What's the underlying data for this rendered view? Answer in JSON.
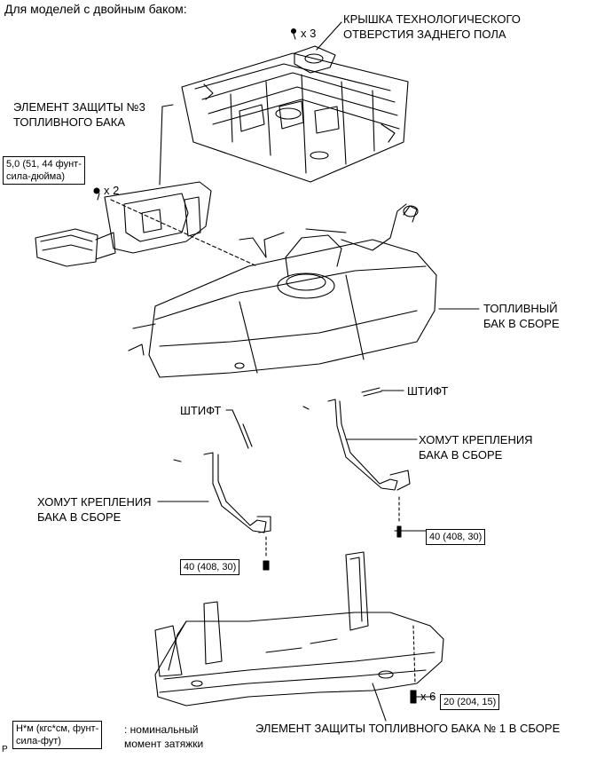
{
  "header": "Для моделей с двойным баком:",
  "labels": {
    "hatch_cover": [
      "КРЫШКА ТЕХНОЛОГИЧЕСКОГО",
      "ОТВЕРСТИЯ ЗАДНЕГО ПОЛА"
    ],
    "protector3": [
      "ЭЛЕМЕНТ ЗАЩИТЫ №3",
      "ТОПЛИВНОГО БАКА"
    ],
    "fuel_tank": [
      "ТОПЛИВНЫЙ",
      "БАК В СБОРЕ"
    ],
    "pin_right": "ШТИФТ",
    "pin_left": "ШТИФТ",
    "band_right": [
      "ХОМУТ КРЕПЛЕНИЯ",
      "БАКА В СБОРЕ"
    ],
    "band_left": [
      "ХОМУТ КРЕПЛЕНИЯ",
      "БАКА В СБОРЕ"
    ],
    "protector1": "ЭЛЕМЕНТ ЗАЩИТЫ ТОПЛИВНОГО БАКА № 1 В СБОРЕ"
  },
  "quantities": {
    "hatch_screws": "x 3",
    "protector3_bolts": "x 2",
    "protector1_bolts": "x 6"
  },
  "torques": {
    "protector3": [
      "5,0 (51, 44 фунт-",
      "сила-дюйма)"
    ],
    "band_left": "40 (408, 30)",
    "band_right": "40 (408, 30)",
    "protector1": "20 (204, 15)"
  },
  "legend": {
    "unit": [
      "Н*м (кгс*см, фунт-",
      "сила-фут)"
    ],
    "meaning": [
      ": номинальный",
      "момент затяжки"
    ]
  },
  "corner_mark": "P"
}
